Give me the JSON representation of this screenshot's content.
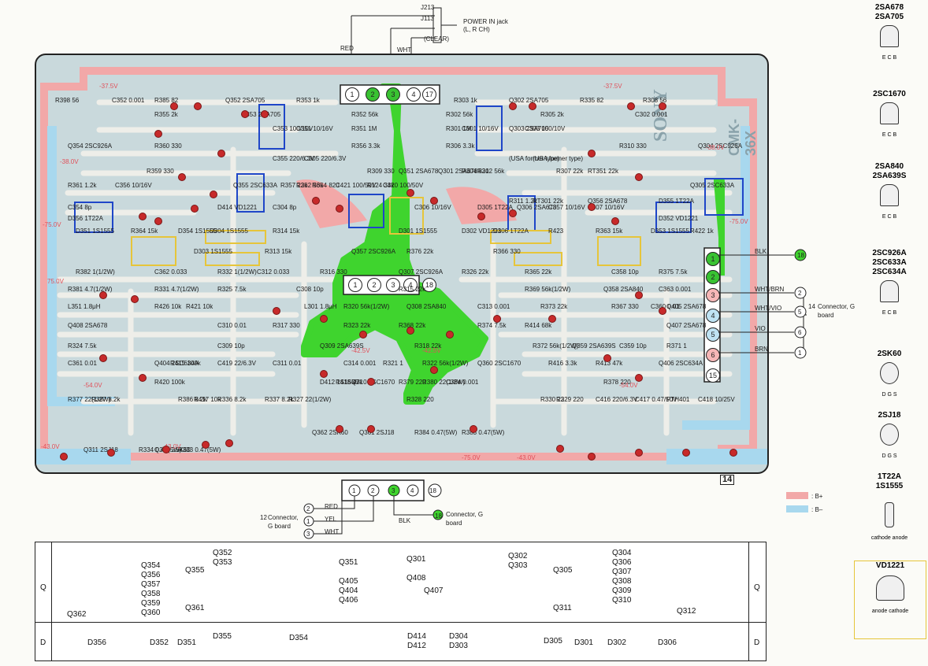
{
  "power_in": {
    "j213": "J213",
    "j113": "J113",
    "label": "POWER IN jack",
    "sub": "(L, R CH)",
    "clear": "(CLEAR)",
    "red": "RED",
    "wht": "WHT"
  },
  "board": {
    "brand": "SONY",
    "model": "CMK-36X",
    "sheet": "14",
    "pins_top": [
      "1",
      "2",
      "3",
      "4",
      "17"
    ],
    "pins_mid": [
      "1",
      "2",
      "3",
      "4",
      "18"
    ],
    "pins_right": [
      "1",
      "2",
      "3",
      "4",
      "5",
      "6",
      "15"
    ]
  },
  "components": [
    "R398 56",
    "C352 0.001",
    "R385 82",
    "Q352 2SA705",
    "R353 1k",
    "R303 1k",
    "Q302 2SA705",
    "R335 82",
    "R308 56",
    "R355 2k",
    "Q353 2SA705",
    "R352 56k",
    "R302 56k",
    "R305 2k",
    "C302 0.001",
    "C353 100/10V",
    "C351 10/16V",
    "R351 1M",
    "R301 1M",
    "C301 10/16V",
    "Q303 2SA705",
    "C303 100/10V",
    "Q354 2SC926A",
    "R360 330",
    "R356 3.3k",
    "R306 3.3k",
    "R310 330",
    "Q304 2SC926A",
    "C355 220/6.3V",
    "(USA former type)",
    "C305 220/6.3V",
    "(USA former type)",
    "R359 330",
    "R309 330",
    "Q351 2SA678",
    "Q301 2SA678",
    "R304 820",
    "R312 56k",
    "R307 22k",
    "RT351 22k",
    "R361 1.2k",
    "C356 10/16V",
    "Q355 2SC633A",
    "R357 22k",
    "R362 56k",
    "R354 820",
    "C421 100/50V",
    "R124 33k",
    "C420 100/50V",
    "Q305 2SC633A",
    "R311 1.2k",
    "RT301 22k",
    "Q356 2SA678",
    "D355 1T22A",
    "C354 8p",
    "D414 VD1221",
    "C304 8p",
    "C306 10/16V",
    "D305 1T22A",
    "Q306 2SA678",
    "C357 10/16V",
    "C307 10/16V",
    "D356 1T22A",
    "D352 VD1221",
    "D351 1S1555",
    "R364 15k",
    "D354 1S1555",
    "D304 1S1555",
    "R314 15k",
    "D301 1S1555",
    "D302 VD1221",
    "D306 1T22A",
    "R423",
    "R363 15k",
    "D353 1S1555",
    "R422 1k",
    "D303 1S1555",
    "R313 15k",
    "Q357 2SC926A",
    "R376 22k",
    "R366 330",
    "C362 0.033",
    "R382 1(1/2W)",
    "R332 1(1/2W)",
    "C312 0.033",
    "R316 330",
    "Q307 2SC926A",
    "R326 22k",
    "R365 22k",
    "C358 10p",
    "R375 7.5k",
    "R381 4.7(1/2W)",
    "R331 4.7(1/2W)",
    "R325 7.5k",
    "C308 10p",
    "R315 22k",
    "R369 56k(1/2W)",
    "Q358 2SA840",
    "C363 0.001",
    "L351 1.8μH",
    "R426 10k",
    "R421 10k",
    "L301 1.8μH",
    "R320 56k(1/2W)",
    "Q308 2SA840",
    "C313 0.001",
    "R373 22k",
    "R367 330",
    "C360 0.01",
    "Q405 2SA678",
    "Q408 2SA678",
    "C310 0.01",
    "R317 330",
    "R323 22k",
    "R368 22k",
    "R374 7.5k",
    "R414 68k",
    "Q407 2SA678",
    "R324 7.5k",
    "C309 10p",
    "Q309 2SA639S",
    "R318 22k",
    "R372 56k(1/2W)",
    "Q359 2SA639S",
    "C359 10p",
    "R371 1",
    "C361 0.01",
    "Q404 2SC634A",
    "R415 100k",
    "C419 22/6.3V",
    "C311 0.01",
    "C314 0.001",
    "R321 1",
    "R322 56k(1/2W)",
    "Q360 2SC1670",
    "R416 3.3k",
    "R413 47k",
    "Q406 2SC634A",
    "R420 100k",
    "D412 1S1555",
    "R418 47k",
    "Q310 2SC1670",
    "R379 220",
    "R380 22(1/2W)",
    "C364 0.001",
    "R378 220",
    "R377 22(1/2W)",
    "R387 8.2k",
    "R386 8.2k",
    "R417 10k",
    "R336 8.2k",
    "R337 8.2k",
    "R327 22(1/2W)",
    "R328 220",
    "R330 22",
    "R329 220",
    "C416 220/6.3V",
    "C417 0.47/50V",
    "PTH401",
    "C418 10/25V",
    "Q362 2SK60",
    "Q361 2SJ18",
    "R384 0.47(5W)",
    "R383 0.47(5W)",
    "Q311 2SJ18",
    "R333 0.47(5W)",
    "R334 0.47(5W)",
    "Q312 2SK60"
  ],
  "voltages": [
    "-37.5V",
    "-37.5V",
    "-38.0V",
    "-38.0V",
    "-75.0V",
    "-75.0V",
    "75.0V",
    "-42.5V",
    "-42.5V",
    "-43.0V",
    "-43.0V",
    "-54.0V",
    "-54.0V",
    "-75.0V",
    "-43.0V"
  ],
  "right_connector": {
    "wires": [
      "BLK",
      "WHT/BRN",
      "WHT/VIO",
      "VIO",
      "BRN"
    ],
    "target": "Connector, G board",
    "target_num": "14",
    "pins": [
      "18",
      "2",
      "5",
      "6",
      "1"
    ]
  },
  "bottom_connector": {
    "wires": [
      "RED",
      "YEL",
      "WHT",
      "BLK"
    ],
    "left_target": "Connector, G board",
    "left_num": "12",
    "right_target": "Connector, G board",
    "right_num": "18",
    "pins_left": [
      "2",
      "1",
      "3"
    ]
  },
  "legend": {
    "bplus": ": B+",
    "bminus": ": B–",
    "bplus_color": "#f2a8a8",
    "bminus_color": "#a8d8ee"
  },
  "semis": [
    {
      "title": "2SA678\n2SA705",
      "pins": "E C B"
    },
    {
      "title": "2SC1670",
      "pins": "E C B"
    },
    {
      "title": "2SA840\n2SA639S",
      "pins": "E C B"
    },
    {
      "title": "2SC926A\n2SC633A\n2SC634A",
      "pins": "E C B"
    },
    {
      "title": "2SK60",
      "pins": "D G S"
    },
    {
      "title": "2SJ18",
      "pins": "D G S"
    },
    {
      "title": "1T22A\n1S1555",
      "pins": "cathode anode"
    },
    {
      "title": "VD1221",
      "pins": "anode cathode"
    }
  ],
  "table": {
    "row_q": "Q",
    "row_d": "D",
    "q_cols": [
      "Q362",
      "Q354\nQ356\nQ357\nQ358\nQ359\nQ360",
      "Q355\n\n\n\nQ361",
      "Q352\nQ353",
      "Q351\n\nQ405\nQ404\nQ406",
      "Q301\n\nQ408",
      "Q407",
      "Q302\nQ303",
      "Q305\n\n\n\nQ311",
      "Q304\nQ306\nQ307\nQ308\nQ309\nQ310",
      "Q312"
    ],
    "d_cols": [
      "D356",
      "D352",
      "D351",
      "D355",
      "D354",
      "D414\nD412",
      "D304\nD303",
      "D305",
      "D301",
      "D302",
      "D306"
    ]
  },
  "colors": {
    "trace": "#ededea",
    "bplus": "#f2a8a8",
    "bminus": "#a8d8ee",
    "ground": "#3fd42e",
    "board": "#c9d9dc",
    "red_pad": "#c72a2a"
  }
}
